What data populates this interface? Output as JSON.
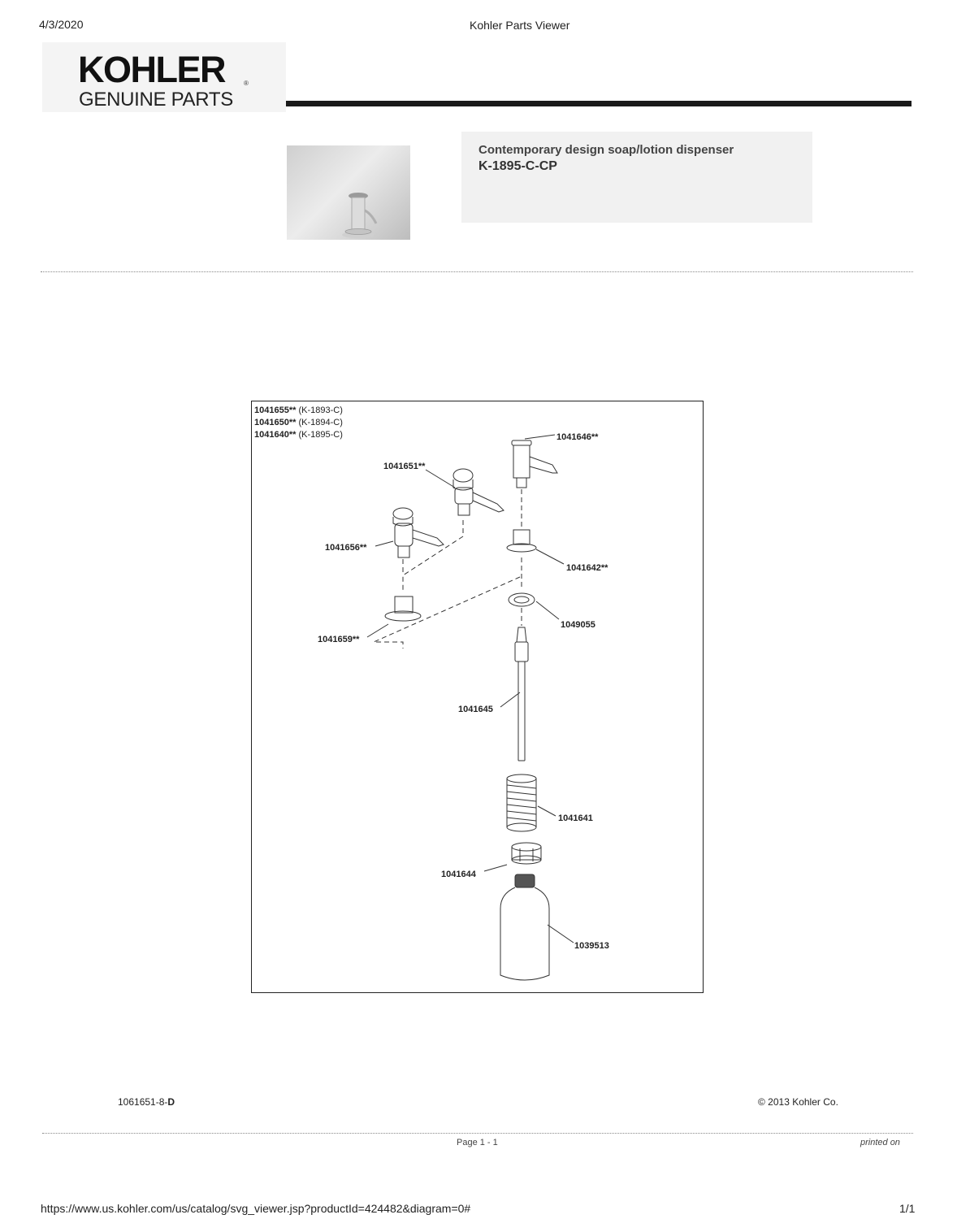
{
  "print_header": {
    "date": "4/3/2020",
    "title": "Kohler Parts Viewer"
  },
  "logo": {
    "brand": "KOHLER",
    "registered": "®",
    "tagline": "GENUINE PARTS"
  },
  "product": {
    "description": "Contemporary design soap/lotion dispenser",
    "model": "K-1895-C-CP",
    "thumbnail_icon": "soap-dispenser-photo"
  },
  "diagram": {
    "legend": [
      {
        "part": "1041655**",
        "model": "(K-1893-C)"
      },
      {
        "part": "1041650**",
        "model": "(K-1894-C)"
      },
      {
        "part": "1041640**",
        "model": "(K-1895-C)"
      }
    ],
    "callouts": {
      "p1041646": "1041646**",
      "p1041651": "1041651**",
      "p1041656": "1041656**",
      "p1041642": "1041642**",
      "p1049055": "1049055",
      "p1041659": "1041659**",
      "p1041645": "1041645",
      "p1041641": "1041641",
      "p1041644": "1041644",
      "p1039513": "1039513"
    }
  },
  "footer": {
    "doc_number_prefix": "1061651-8-",
    "doc_number_rev": "D",
    "copyright": "© 2013 Kohler Co.",
    "page": "Page 1 - 1",
    "printed_on": "printed on"
  },
  "print_footer": {
    "url": "https://www.us.kohler.com/us/catalog/svg_viewer.jsp?productId=424482&diagram=0#",
    "page_fraction": "1/1"
  }
}
